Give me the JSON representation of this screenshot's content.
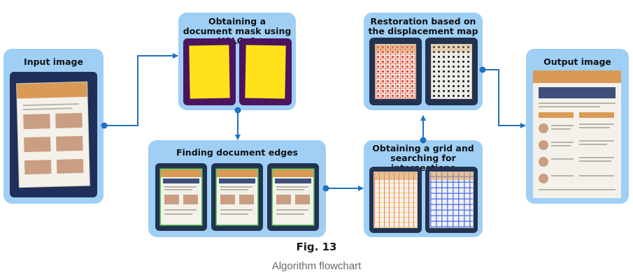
{
  "diagram": {
    "panels": {
      "input": {
        "title": "Input image"
      },
      "mask": {
        "title": "Obtaining a document mask using YOLOv8"
      },
      "edges": {
        "title": "Finding document edges"
      },
      "grid": {
        "title": "Obtaining a grid and searching for intersections"
      },
      "restore": {
        "title": "Restoration based on the displacement map"
      },
      "output": {
        "title": "Output image"
      }
    },
    "colors": {
      "panel": "#9fcff5",
      "arrow": "#1f6fc4",
      "mask_bg": "#4b145f",
      "mask_fill": "#ffe21a",
      "thumb_bg": "#23324f",
      "grid_line": "#ff3b3b"
    }
  },
  "caption": {
    "figure": "Fig. 13",
    "subtitle": "Algorithm flowchart"
  }
}
